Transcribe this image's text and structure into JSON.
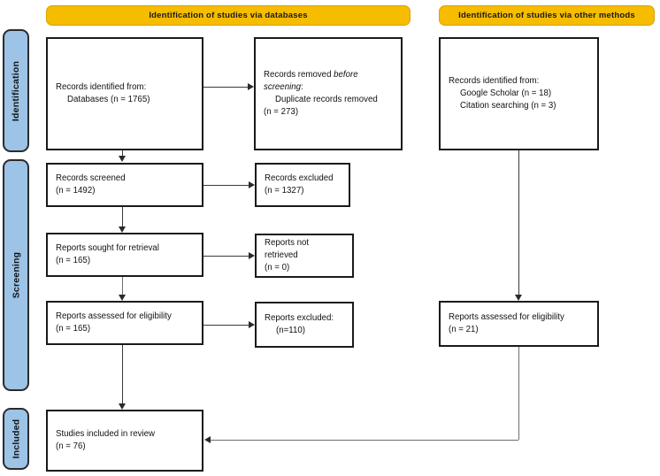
{
  "diagram": {
    "title": "PRISMA 2020 flow diagram",
    "colors": {
      "header_bar": "#F5BC00",
      "stage_label": "#9DC3E6",
      "box_border": "#1a1a1a",
      "connector": "#3a3a3a",
      "background": "#ffffff"
    },
    "headers": [
      {
        "id": "databases",
        "label": "Identification of studies via databases"
      },
      {
        "id": "other-methods",
        "label": "Identification of studies via other methods"
      }
    ],
    "stages": [
      {
        "id": "identification",
        "label": "Identification"
      },
      {
        "id": "screening",
        "label": "Screening"
      },
      {
        "id": "included",
        "label": "Included"
      }
    ],
    "boxes": {
      "records_identified": {
        "line1": "Records identified from:",
        "line2": "Databases (n = 1765)"
      },
      "records_removed": {
        "line1": "Records removed ",
        "line1_em": "before",
        "line2_em": "screening",
        "line2_tail": ":",
        "line3": "Duplicate records removed",
        "line4": "(n = 273)"
      },
      "records_identified_other": {
        "line1": "Records identified from:",
        "line2": "Google Scholar (n = 18)",
        "line3": "Citation searching (n = 3)"
      },
      "records_screened": {
        "line1": "Records screened",
        "line2": "(n = 1492)"
      },
      "records_excluded": {
        "line1": "Records excluded",
        "line2": "(n = 1327)"
      },
      "reports_sought": {
        "line1": "Reports sought for retrieval",
        "line2": "(n = 165)"
      },
      "reports_not_retrieved": {
        "line1": "Reports not retrieved",
        "line2": "(n = 0)"
      },
      "reports_assessed": {
        "line1": "Reports assessed for eligibility",
        "line2": "(n = 165)"
      },
      "reports_excluded": {
        "line1": "Reports excluded:",
        "line2": "(n=110)"
      },
      "reports_assessed_other": {
        "line1": "Reports assessed for eligibility",
        "line2": "(n = 21)"
      },
      "studies_included": {
        "line1": "Studies included in review",
        "line2": "(n = 76)"
      }
    }
  }
}
